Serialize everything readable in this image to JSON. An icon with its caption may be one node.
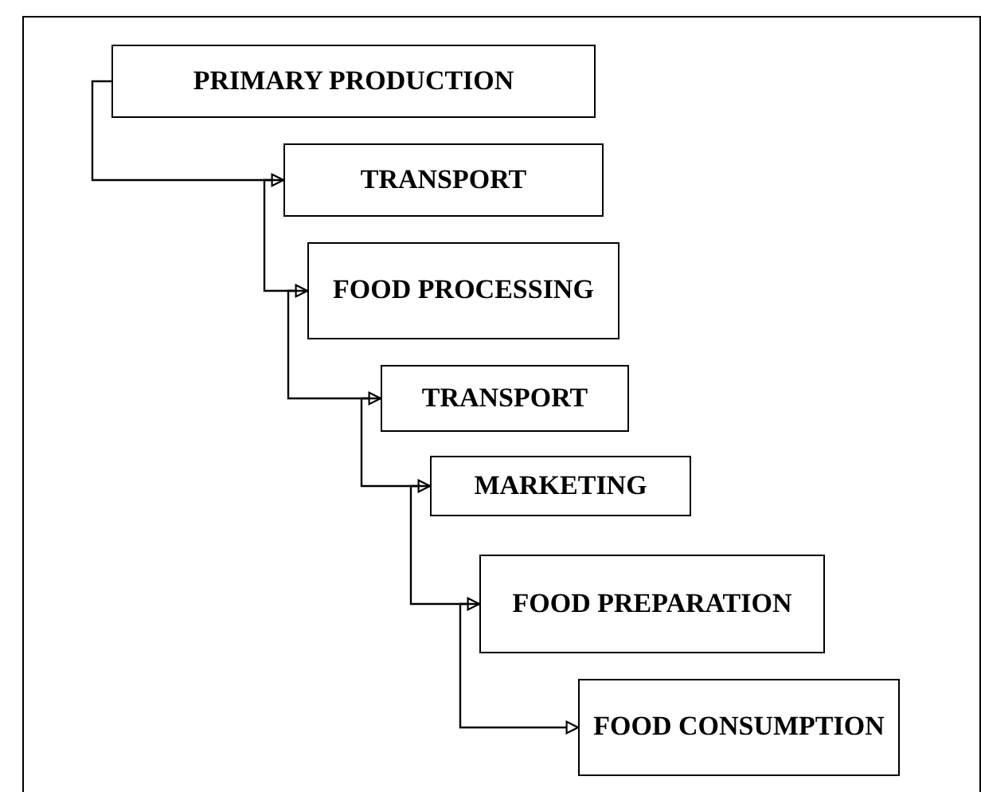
{
  "diagram": {
    "nodes": [
      {
        "text": [
          "PRIMARY PRODUCTION"
        ]
      },
      {
        "text": [
          "TRANSPORT"
        ]
      },
      {
        "text": [
          "FOOD PROCESSING"
        ]
      },
      {
        "text": [
          "TRANSPORT"
        ]
      },
      {
        "text": [
          "MARKETING"
        ]
      },
      {
        "text": [
          "FOOD PREPARATION"
        ]
      },
      {
        "text": [
          "FOOD CONSUMPTION"
        ]
      }
    ],
    "edges": [
      {
        "from": 0,
        "to": 1,
        "arrow": "to"
      },
      {
        "from": 1,
        "to": 2,
        "arrow": "to"
      },
      {
        "from": 2,
        "to": 3,
        "arrow": "to"
      },
      {
        "from": 3,
        "to": 4,
        "arrow": "to"
      },
      {
        "from": 4,
        "to": 5,
        "arrow": "to"
      },
      {
        "from": 5,
        "to": 6,
        "arrow": "to"
      }
    ]
  }
}
